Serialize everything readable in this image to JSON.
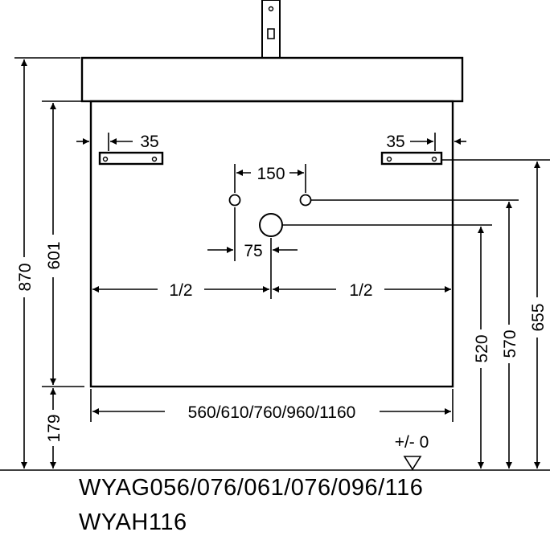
{
  "dimensions": {
    "total_height": "870",
    "cabinet_height": "601",
    "floor_gap": "179",
    "bracket_left": "35",
    "bracket_right": "35",
    "hole_spacing": "150",
    "hole_offset": "75",
    "half_left": "1/2",
    "half_right": "1/2",
    "widths": "560/610/760/960/1160",
    "tolerance": "+/- 0",
    "drain_height": "520",
    "holes_height": "570",
    "bracket_height": "655"
  },
  "models": {
    "line1": "WYAG056/076/061/076/096/116",
    "line2": "WYAH116"
  },
  "icons": {
    "floor_marker": "triangle-down-icon",
    "faucet": "faucet-icon"
  }
}
